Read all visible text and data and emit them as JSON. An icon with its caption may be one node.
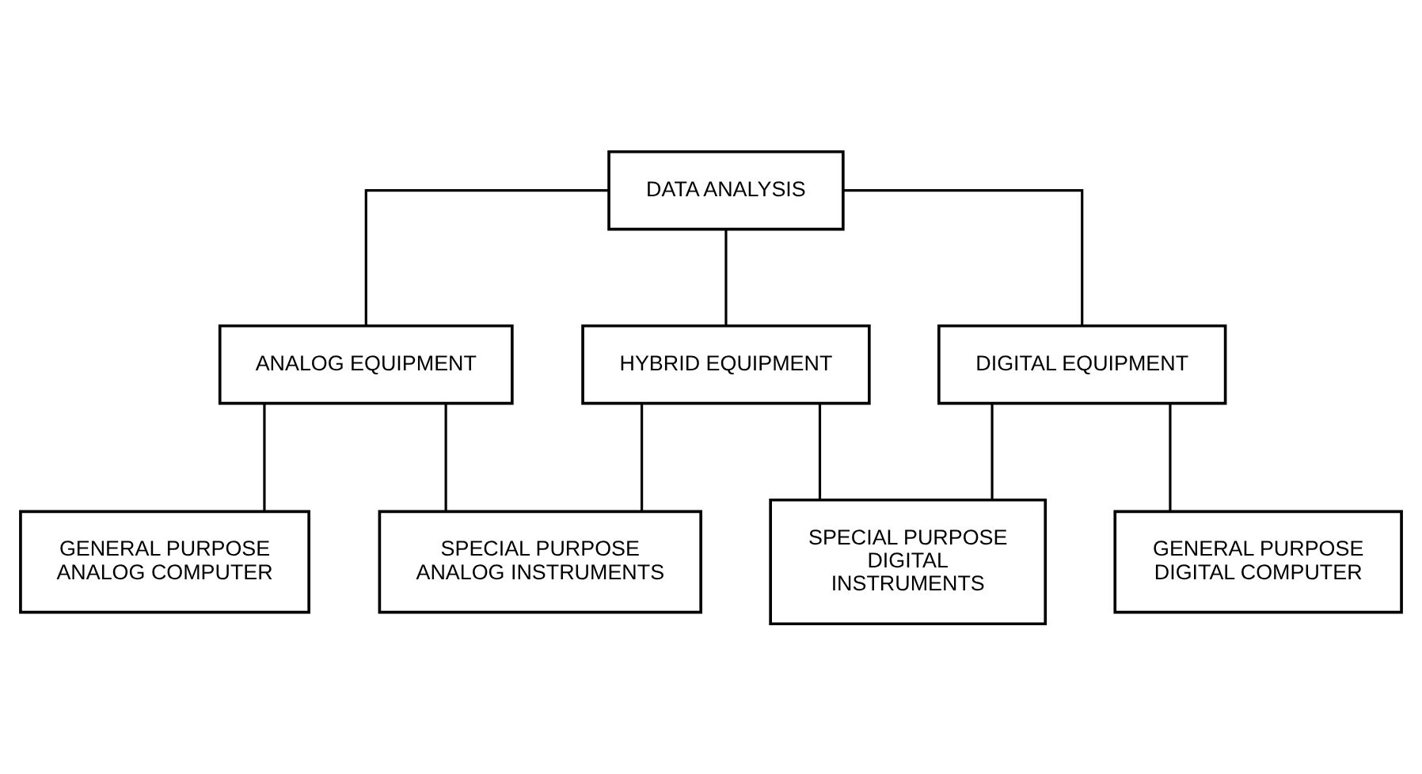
{
  "diagram": {
    "nodes": [
      {
        "text": [
          "DATA ANALYSIS"
        ]
      },
      {
        "text": [
          "ANALOG EQUIPMENT"
        ]
      },
      {
        "text": [
          "HYBRID EQUIPMENT"
        ]
      },
      {
        "text": [
          "DIGITAL EQUIPMENT"
        ]
      },
      {
        "text": [
          "GENERAL PURPOSE ANALOG COMPUTER"
        ]
      },
      {
        "text": [
          "SPECIAL PURPOSE ANALOG INSTRUMENTS"
        ]
      },
      {
        "text": [
          "SPECIAL PURPOSE DIGITAL INSTRUMENTS"
        ]
      },
      {
        "text": [
          "GENERAL PURPOSE DIGITAL COMPUTER"
        ]
      }
    ],
    "edges": [
      {
        "from": 0,
        "to": 1,
        "arrow": "none"
      },
      {
        "from": 0,
        "to": 2,
        "arrow": "none"
      },
      {
        "from": 0,
        "to": 3,
        "arrow": "none"
      },
      {
        "from": 1,
        "to": 4,
        "arrow": "none"
      },
      {
        "from": 1,
        "to": 5,
        "arrow": "none"
      },
      {
        "from": 2,
        "to": 5,
        "arrow": "none"
      },
      {
        "from": 2,
        "to": 6,
        "arrow": "none"
      },
      {
        "from": 3,
        "to": 6,
        "arrow": "none"
      },
      {
        "from": 3,
        "to": 7,
        "arrow": "none"
      }
    ]
  }
}
